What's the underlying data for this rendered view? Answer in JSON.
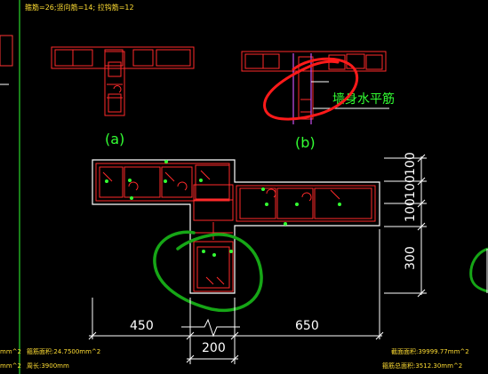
{
  "top_note": "箍筋=26;竖向筋=14; 拉钩筋=12",
  "label_a": "(a)",
  "label_b": "(b)",
  "annotation_b": "墙身水平筋",
  "dim_450": "450",
  "dim_650": "650",
  "dim_200": "200",
  "dim_100_1": "100",
  "dim_100_2": "100",
  "dim_100_3": "100",
  "dim_300": "300",
  "bottom_left_1": "mm^2",
  "bottom_left_2": "mm^2",
  "bottom_left_3": "箍筋面积:24.7500mm^2",
  "bottom_left_4": "周长:3900mm",
  "bottom_right_1": "截面面积:39999.77mm^2",
  "bottom_right_2": "箍筋总面积:3512.30mm^2",
  "colors": {
    "background": "#000000",
    "rebar": "#ff2a2a",
    "outline": "#ffffff",
    "dimension": "#33ff33",
    "magenta": "#c84ff0",
    "annot_red": "#ff1a1a",
    "annot_green": "#16a616",
    "yellow_text": "#ffdd33"
  }
}
